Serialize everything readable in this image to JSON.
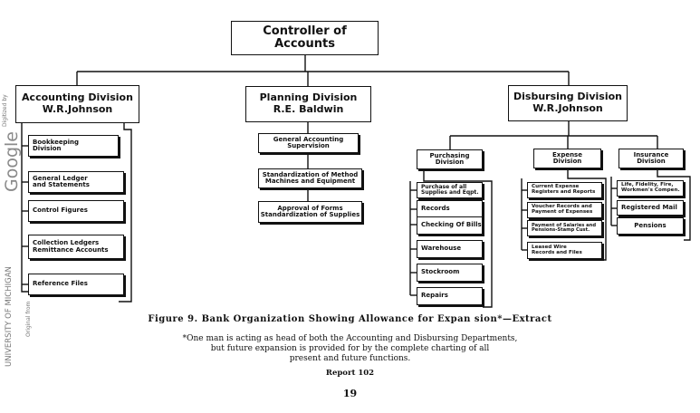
{
  "root": {
    "label": "Controller of Accounts"
  },
  "divisions": {
    "accounting": {
      "label": "Accounting Division\nW.R.Johnson",
      "children": [
        "Bookkeeping\nDivision",
        "General Ledger\nand Statements",
        "Control Figures",
        "Collection Ledgers\nRemittance Accounts",
        "Reference Files"
      ]
    },
    "planning": {
      "label": "Planning Division\nR.E. Baldwin",
      "children": [
        "General Accounting\nSupervision",
        "Standardization of Method\nMachines and Equipment",
        "Approval of Forms\nStandardization of Supplies"
      ]
    },
    "disbursing": {
      "label": "Disbursing Division\nW.R.Johnson",
      "purchasing": {
        "label": "Purchasing\nDivision",
        "children": [
          "Purchase of all\nSupplies and Eqpt.",
          "Records",
          "Checking Of Bills",
          "Warehouse",
          "Stockroom",
          "Repairs"
        ]
      },
      "expense": {
        "label": "Expense\nDivision",
        "children": [
          "Current Expense\nRegisters and Reports",
          "Voucher Records and\nPayment of Expenses",
          "Payment of Salaries and\nPensions-Stamp Cust.",
          "Leased Wire\nRecords and Files"
        ]
      },
      "insurance": {
        "label": "Insurance\nDivision",
        "children": [
          "Life, Fidelity, Fire,\nWorkmen's Compen.",
          "Registered Mail",
          "Pensions"
        ]
      }
    }
  },
  "caption": {
    "title": "Figure 9.  Bank Organization Showing Allowance for Expan sion*—Extract",
    "note_lines": [
      "*One man is acting as head of both the Accounting and Disbursing Departments,",
      "but future expansion is provided for by the complete charting of all",
      "present and future functions."
    ],
    "report": "Report 102",
    "page": "19"
  },
  "margin": {
    "digitized": "Digitized by",
    "google": "Google",
    "original_from": "Original from",
    "university": "UNIVERSITY OF MICHIGAN"
  }
}
